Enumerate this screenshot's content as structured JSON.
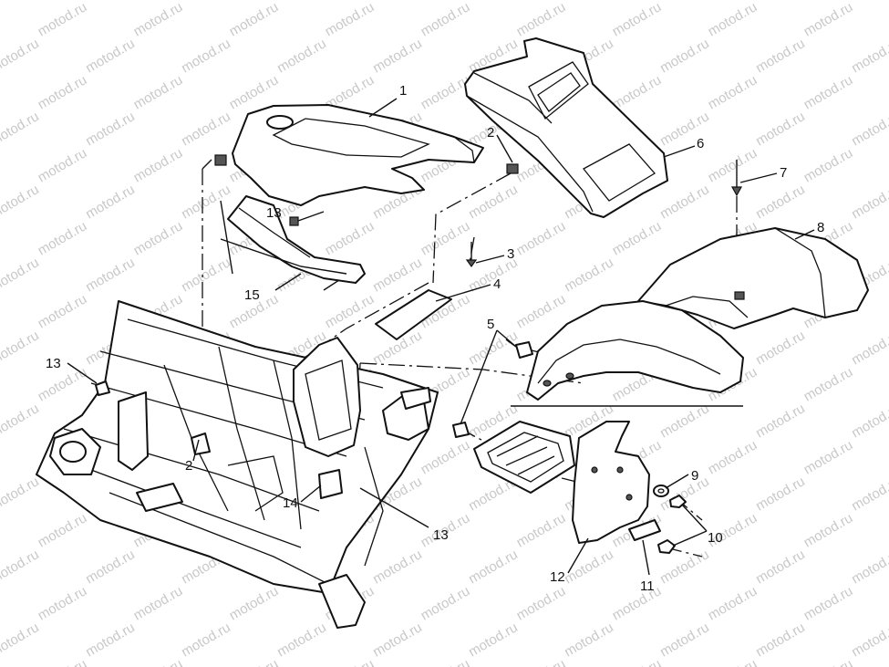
{
  "watermark": {
    "text": "motod.ru",
    "color": "#c9c9c9"
  },
  "callouts": [
    {
      "id": "1",
      "label": "1"
    },
    {
      "id": "2a",
      "label": "2"
    },
    {
      "id": "2b",
      "label": "2"
    },
    {
      "id": "3",
      "label": "3"
    },
    {
      "id": "4",
      "label": "4"
    },
    {
      "id": "5",
      "label": "5"
    },
    {
      "id": "6",
      "label": "6"
    },
    {
      "id": "7",
      "label": "7"
    },
    {
      "id": "8",
      "label": "8"
    },
    {
      "id": "9",
      "label": "9"
    },
    {
      "id": "10",
      "label": "10"
    },
    {
      "id": "11",
      "label": "11"
    },
    {
      "id": "12",
      "label": "12"
    },
    {
      "id": "13a",
      "label": "13"
    },
    {
      "id": "13b",
      "label": "13"
    },
    {
      "id": "13c",
      "label": "13"
    },
    {
      "id": "14",
      "label": "14"
    },
    {
      "id": "15",
      "label": "15"
    }
  ],
  "line_color": "#111111"
}
